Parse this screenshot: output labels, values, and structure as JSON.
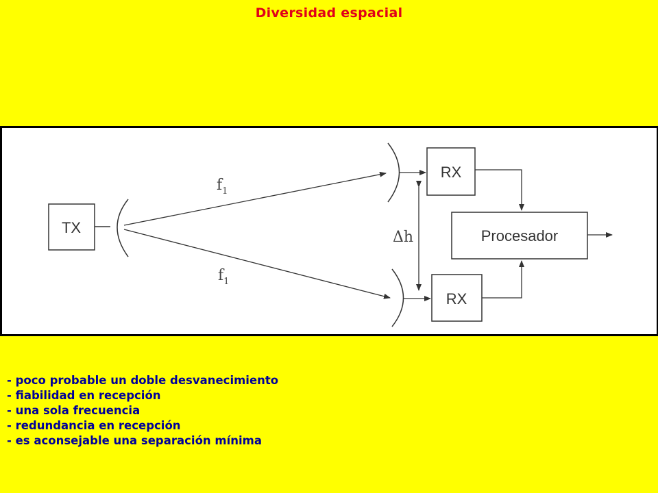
{
  "title": "Diversidad espacial",
  "diagram": {
    "tx_label": "TX",
    "rx_top_label": "RX",
    "rx_bottom_label": "RX",
    "processor_label": "Procesador",
    "freq_top": "f",
    "freq_top_sub": "1",
    "freq_bottom": "f",
    "freq_bottom_sub": "1",
    "separation_label": "Δh"
  },
  "bullets": [
    "poco probable un doble desvanecimiento",
    "fiabilidad en recepción",
    "una sola frecuencia",
    "redundancia en recepción",
    "es aconsejable una separación mínima"
  ]
}
